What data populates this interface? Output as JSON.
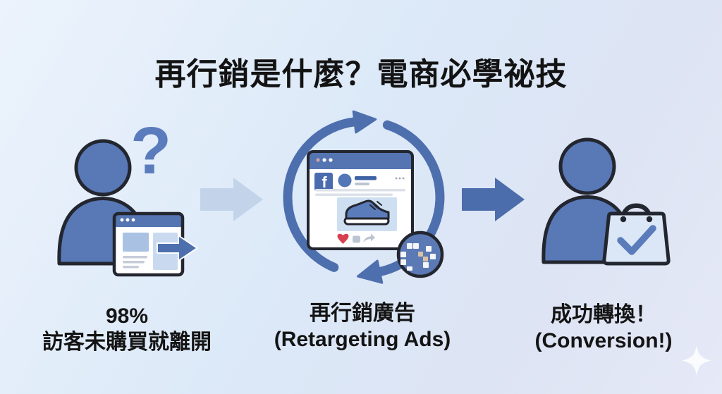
{
  "title": "再行銷是什麼？電商必學祕技",
  "steps": [
    {
      "name": "visitor-leaves",
      "line1": "98%",
      "line2": "訪客未購買就離開"
    },
    {
      "name": "retargeting-ads",
      "line1": "再行銷廣告",
      "line2": "(Retargeting Ads)"
    },
    {
      "name": "conversion",
      "line1": "成功轉換！",
      "line2": "(Conversion!)"
    }
  ],
  "glyphs": {
    "question_mark": "?",
    "facebook_f": "f"
  },
  "icons": [
    "person-icon",
    "question-mark",
    "browser-window-icon",
    "exit-arrow-icon",
    "flow-arrow-icon",
    "cycle-arrows-icon",
    "facebook-ad-card",
    "facebook-logo-icon",
    "avatar-icon",
    "sneaker-icon",
    "like-heart-icon",
    "comment-icon",
    "share-icon",
    "facebook-pixel-badge",
    "shopping-bag-icon",
    "checkmark-icon",
    "sparkle-icon"
  ],
  "colors": {
    "background_light": "#ecf3fc",
    "background_dark": "#dce9f8",
    "primary_blue": "#4e6fae",
    "person_fill": "#5878b6",
    "outline_dark": "#23262f",
    "titlebar_blue": "#5574b2",
    "light_arrow": "#c3d4ea",
    "ad_panel_blue": "#cfdff2",
    "bag_fill": "#dbe7f6",
    "heart_red": "#d7404f",
    "text": "#131313"
  }
}
